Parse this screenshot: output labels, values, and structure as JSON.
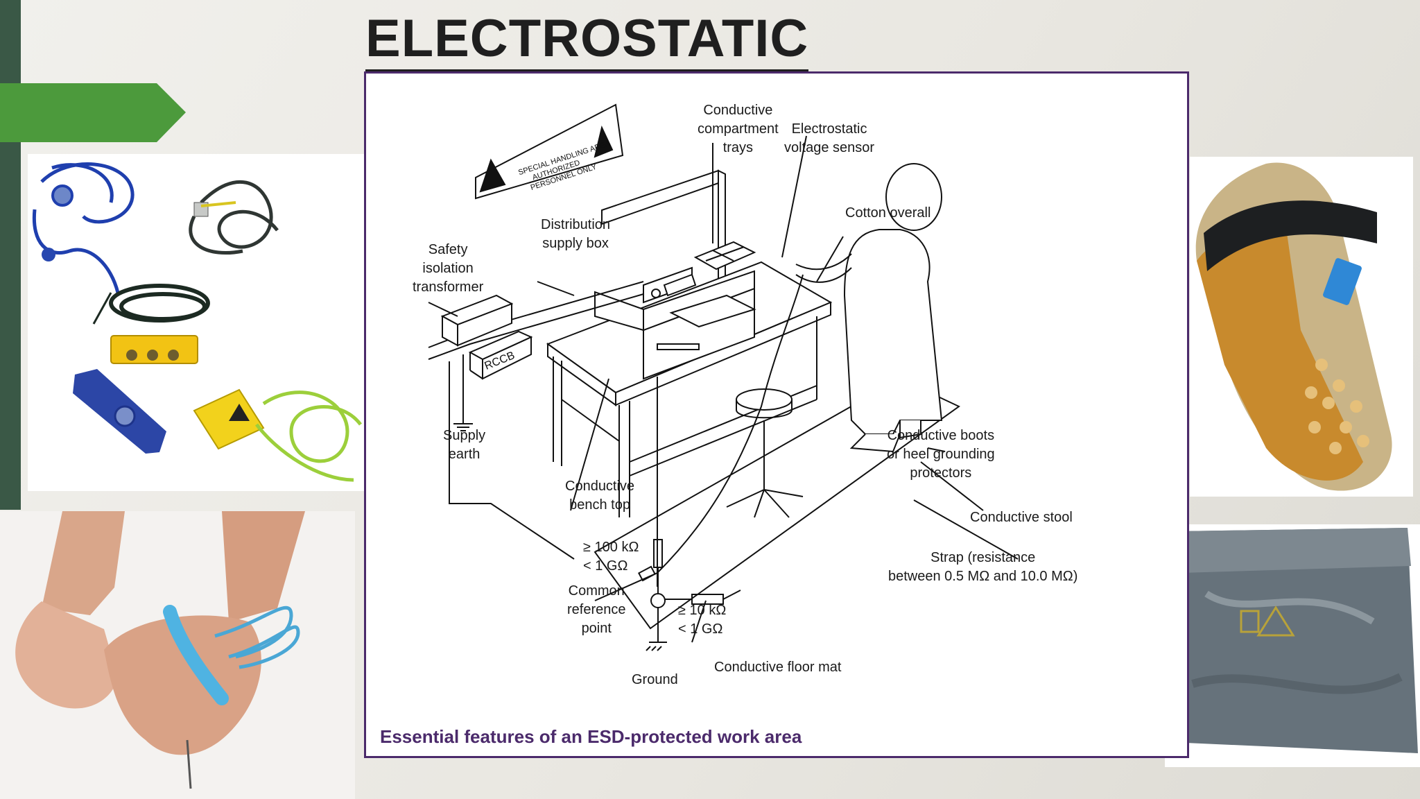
{
  "slide": {
    "title": "ELECTROSTATIC",
    "accent_colors": {
      "dark_green": "#3a5846",
      "arrow_green": "#4c9a3c",
      "frame_purple": "#4b2a6b"
    }
  },
  "diagram": {
    "caption": "Essential features of an ESD-protected work area",
    "sign_text": [
      "SPECIAL HANDLING AREA",
      "AUTHORIZED",
      "PERSONNEL ONLY"
    ],
    "rccb_text": "RCCB",
    "labels": {
      "trays": [
        "Conductive",
        "compartment",
        "trays"
      ],
      "sensor": [
        "Electrostatic",
        "voltage sensor"
      ],
      "overall": [
        "Cotton  overall"
      ],
      "distribution": [
        "Distribution",
        "supply box"
      ],
      "transformer": [
        "Safety",
        "isolation",
        "transformer"
      ],
      "supply_earth": [
        "Supply",
        "earth"
      ],
      "bench_top": [
        "Conductive",
        "bench top"
      ],
      "boots": [
        "Conductive boots",
        "or heel grounding",
        "protectors"
      ],
      "stool": [
        "Conductive stool"
      ],
      "strap": [
        "Strap (resistance",
        "between 0.5 MΩ and 10.0 MΩ)"
      ],
      "res_bench": [
        "≥ 100 kΩ",
        "< 1 GΩ"
      ],
      "common_ref": [
        "Common",
        "reference",
        "point"
      ],
      "res_mat": [
        "≥ 10 kΩ",
        "< 1 GΩ"
      ],
      "ground": [
        "Ground"
      ],
      "floor_mat": [
        "Conductive floor mat"
      ]
    }
  },
  "photos": [
    {
      "name": "esd-kit-photo",
      "subject": "wrist straps, grounding cords and earth bonding points"
    },
    {
      "name": "wrist-strap-photo",
      "subject": "hands wearing a blue anti-static wrist strap"
    },
    {
      "name": "heel-strap-photo",
      "subject": "boot with conductive heel grounding strap"
    },
    {
      "name": "shielding-bag-photo",
      "subject": "anti-static shielding bag"
    }
  ]
}
